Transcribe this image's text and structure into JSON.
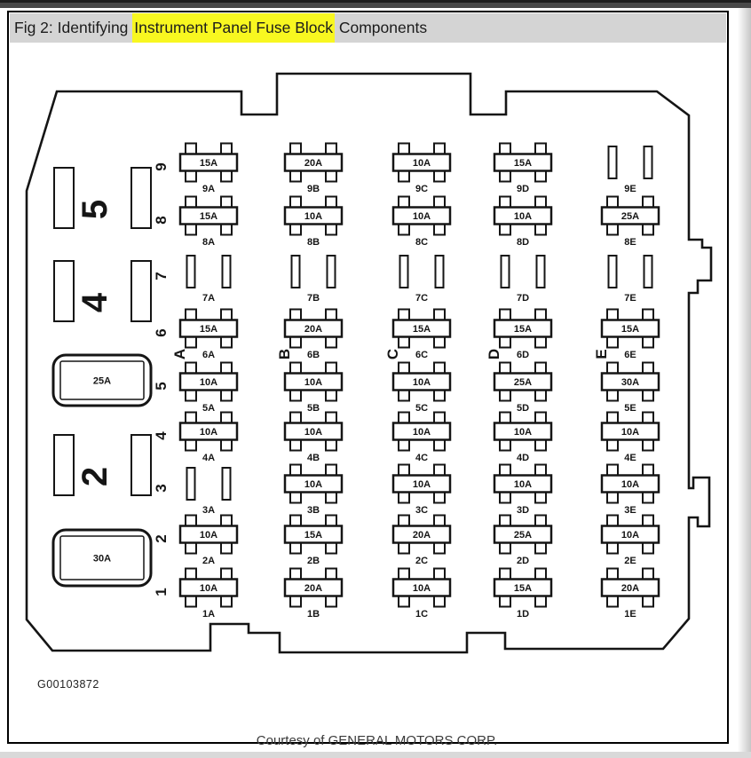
{
  "title_bar": {
    "prefix": "Fig 2: Identifying ",
    "highlight": "Instrument Panel Fuse Block",
    "suffix": " Components",
    "highlight_color": "#f8f720",
    "bar_color": "#d4d4d4"
  },
  "diagram": {
    "figure_id": "G00103872",
    "credit": "Courtesy of GENERAL MOTORS CORP.",
    "outline_color": "#151515",
    "grid": {
      "columns": [
        "A",
        "B",
        "C",
        "D",
        "E"
      ],
      "fuse_rows": [
        {
          "row": "9",
          "values": [
            "15A",
            "20A",
            "10A",
            "15A",
            null
          ]
        },
        {
          "row": "8",
          "values": [
            "15A",
            "10A",
            "10A",
            "10A",
            "25A"
          ]
        },
        {
          "row": "7",
          "values": [
            null,
            null,
            null,
            null,
            null
          ]
        },
        {
          "row": "6",
          "values": [
            "15A",
            "20A",
            "15A",
            "15A",
            "15A"
          ]
        },
        {
          "row": "5",
          "values": [
            "10A",
            "10A",
            "10A",
            "25A",
            "30A"
          ]
        },
        {
          "row": "4",
          "values": [
            "10A",
            "10A",
            "10A",
            "10A",
            "10A"
          ]
        },
        {
          "row": "3",
          "values": [
            null,
            "10A",
            "10A",
            "10A",
            "10A"
          ]
        },
        {
          "row": "2",
          "values": [
            "10A",
            "15A",
            "20A",
            "25A",
            "10A"
          ]
        },
        {
          "row": "1",
          "values": [
            "10A",
            "20A",
            "10A",
            "15A",
            "20A"
          ]
        }
      ]
    },
    "left_components": [
      {
        "type": "relay",
        "label": "5"
      },
      {
        "type": "relay",
        "label": "4"
      },
      {
        "type": "maxi_fuse",
        "label": "25A"
      },
      {
        "type": "relay",
        "label": "2"
      },
      {
        "type": "maxi_fuse",
        "label": "30A"
      }
    ]
  }
}
